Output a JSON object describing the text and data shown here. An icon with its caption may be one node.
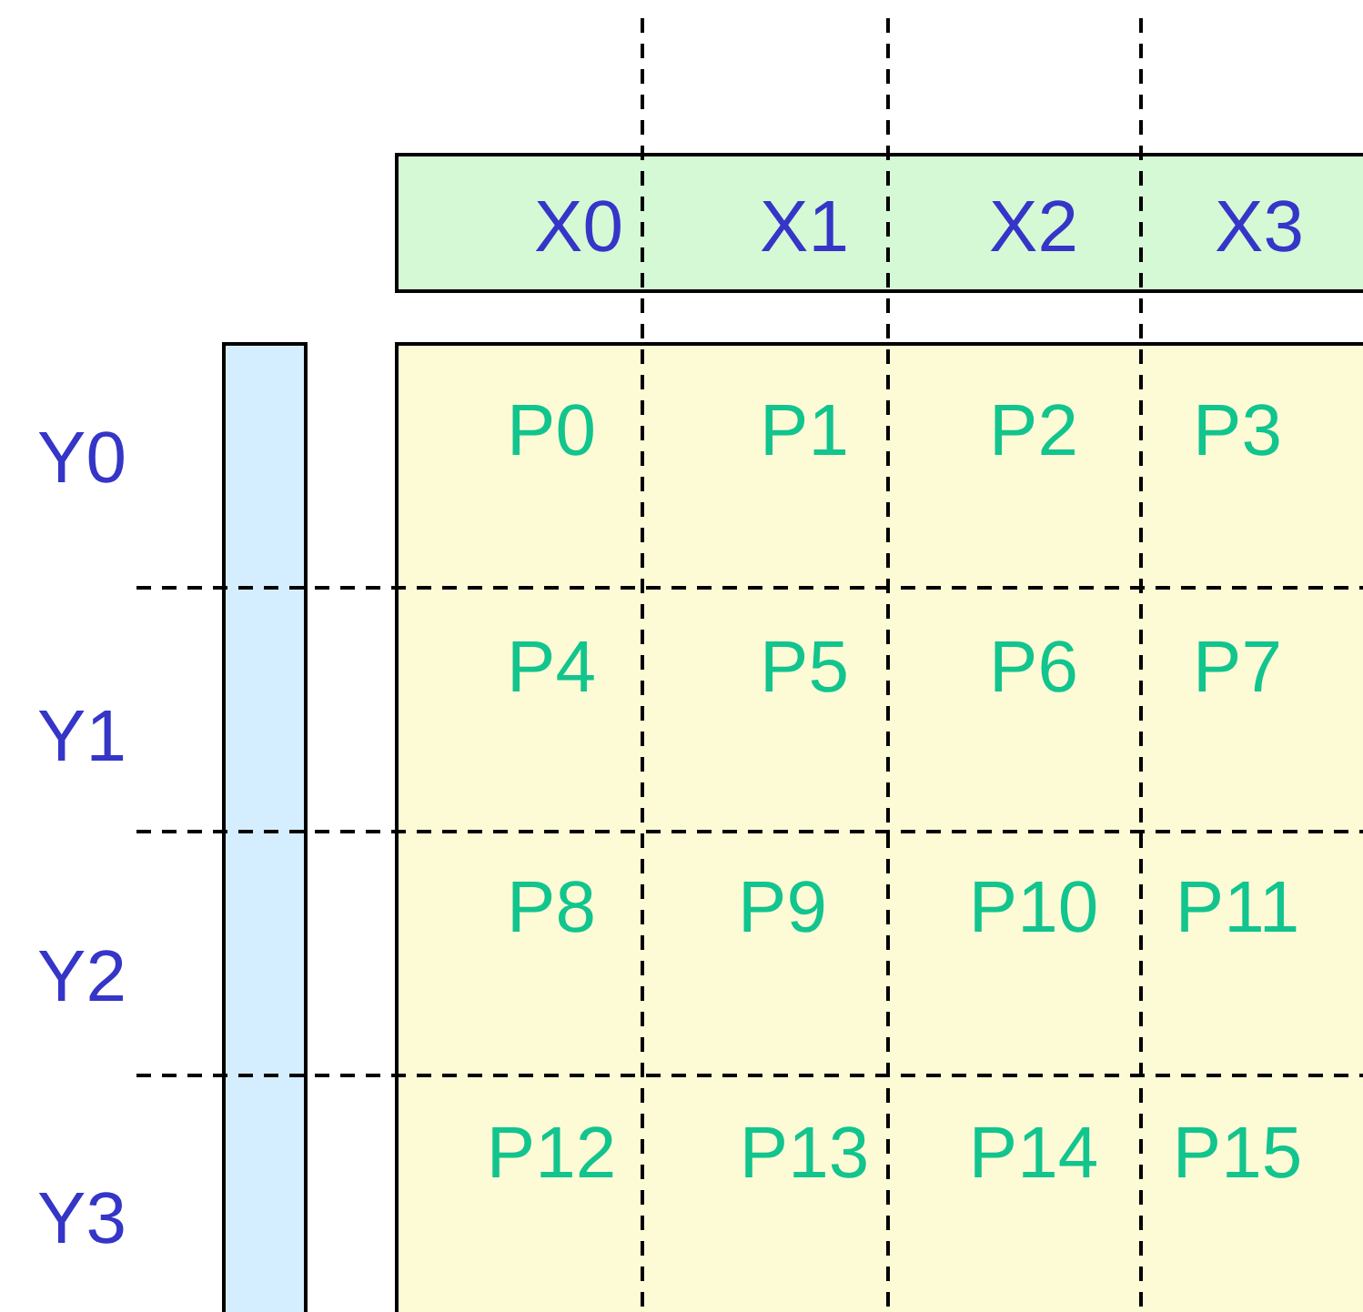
{
  "diagram": {
    "nodes": [
      {
        "text": [
          "X0",
          "X1",
          "X2",
          "X3"
        ]
      },
      {
        "text": [],
        "shape": "bar"
      },
      {
        "text": [
          "P0",
          "P1",
          "P2",
          "P3",
          "P4",
          "P5",
          "P6",
          "P7",
          "P8",
          "P9",
          "P10",
          "P11",
          "P12",
          "P13",
          "P14",
          "P15"
        ]
      }
    ],
    "edges": [],
    "labels": [
      "Y0",
      "Y1",
      "Y2",
      "Y3"
    ]
  }
}
